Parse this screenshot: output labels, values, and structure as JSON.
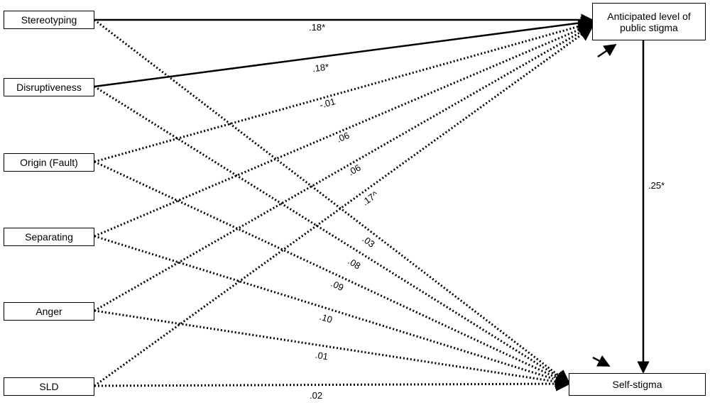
{
  "predictors": {
    "stereotyping": "Stereotyping",
    "disruptiveness": "Disruptiveness",
    "origin": "Origin (Fault)",
    "separating": "Separating",
    "anger": "Anger",
    "sld": "SLD"
  },
  "outcomes": {
    "public_stigma_line1": "Anticipated level of",
    "public_stigma_line2": "public stigma",
    "self_stigma": "Self-stigma"
  },
  "coefficients": {
    "stereotyping_public": ".18*",
    "disruptiveness_public": ".18*",
    "origin_public": "-.01",
    "separating_public": ".06",
    "anger_public": ".06",
    "sld_public": ".17^",
    "stereotyping_self": ".03",
    "disruptiveness_self": ".08",
    "origin_self": ".09",
    "separating_self": ".10",
    "anger_self": ".01",
    "sld_self": ".02",
    "public_self": ".25*"
  },
  "legend_styles": {
    "significant": "solid",
    "non_significant": "dotted"
  }
}
